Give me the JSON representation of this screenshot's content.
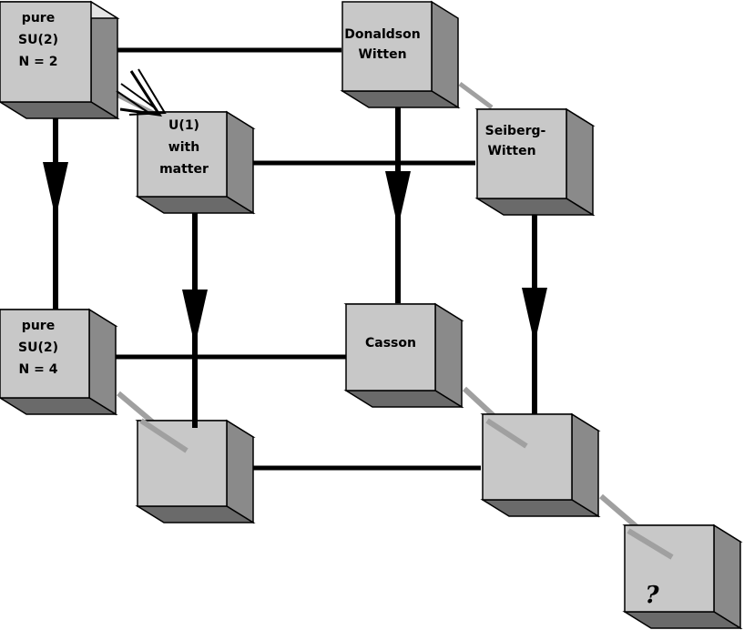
{
  "boxes": {
    "pure_su2_n2": {
      "lines": [
        "pure",
        "SU(2)",
        "N = 2"
      ]
    },
    "donaldson_witten": {
      "lines": [
        "Donaldson",
        "Witten"
      ]
    },
    "u1_with_matter": {
      "lines": [
        "U(1)",
        "with",
        "matter"
      ]
    },
    "seiberg_witten": {
      "lines": [
        "Seiberg-",
        "Witten"
      ]
    },
    "pure_su2_n4": {
      "lines": [
        "pure",
        "SU(2)",
        "N = 4"
      ]
    },
    "casson": {
      "lines": [
        "Casson"
      ]
    },
    "unlabeled_front_left": {
      "lines": []
    },
    "unlabeled_front_right": {
      "lines": []
    },
    "unknown": {
      "lines": [
        "?"
      ]
    }
  },
  "colors": {
    "front_face": "#c8c8c8",
    "right_face": "#8a8a8a",
    "top_face": "#e4e4e4",
    "edge": "#000000",
    "connector": "#000000",
    "depth_connector": "#a0a0a0"
  }
}
